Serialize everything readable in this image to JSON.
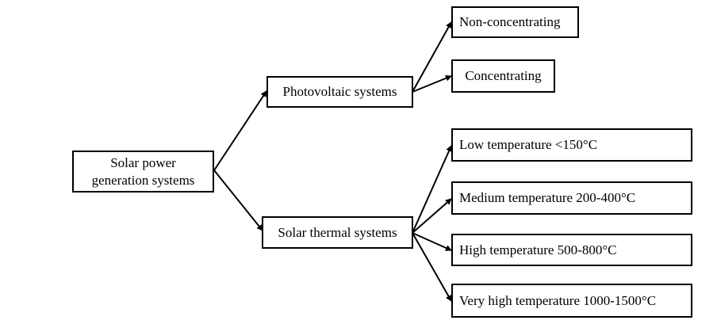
{
  "root": {
    "line1": "Solar power",
    "line2": "generation systems"
  },
  "branches": {
    "photovoltaic": {
      "label": "Photovoltaic systems",
      "children": [
        "Non-concentrating",
        "Concentrating"
      ]
    },
    "thermal": {
      "label": "Solar thermal systems",
      "children": [
        "Low temperature <150°C",
        "Medium temperature 200-400°C",
        "High temperature 500-800°C",
        "Very high temperature 1000-1500°C"
      ]
    }
  }
}
